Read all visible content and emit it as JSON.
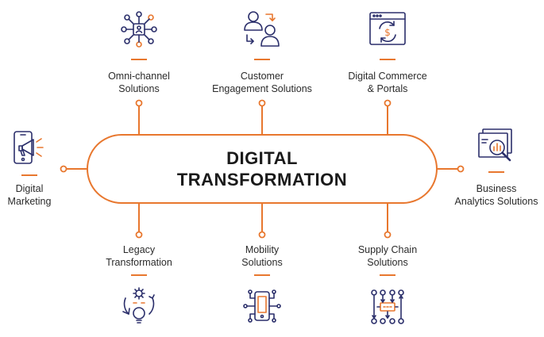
{
  "diagram": {
    "title": "DIGITAL\nTRANSFORMATION",
    "accent_color": "#e8772e",
    "icon_color": "#2b2f6b",
    "nodes": [
      {
        "id": "omni-channel",
        "label": "Omni-channel\nSolutions",
        "icon": "network-hub-icon"
      },
      {
        "id": "customer-engagement",
        "label": "Customer\nEngagement Solutions",
        "icon": "people-exchange-icon"
      },
      {
        "id": "digital-commerce",
        "label": "Digital Commerce\n& Portals",
        "icon": "browser-payment-icon"
      },
      {
        "id": "digital-marketing",
        "label": "Digital\nMarketing",
        "icon": "phone-megaphone-icon"
      },
      {
        "id": "business-analytics",
        "label": "Business\nAnalytics Solutions",
        "icon": "analytics-magnifier-icon"
      },
      {
        "id": "legacy-transformation",
        "label": "Legacy\nTransformation",
        "icon": "gear-cycle-bulb-icon"
      },
      {
        "id": "mobility",
        "label": "Mobility\nSolutions",
        "icon": "mobile-circuit-icon"
      },
      {
        "id": "supply-chain",
        "label": "Supply Chain\nSolutions",
        "icon": "supply-flow-icon"
      }
    ]
  }
}
